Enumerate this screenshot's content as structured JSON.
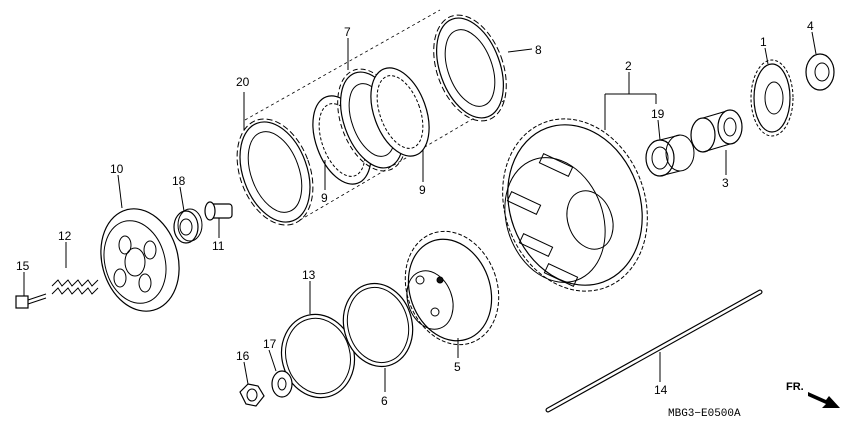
{
  "diagram_code": "MBG3−E0500A",
  "direction_label": "FR.",
  "callouts": {
    "n1": "1",
    "n2": "2",
    "n3": "3",
    "n4": "4",
    "n5": "5",
    "n6": "6",
    "n7": "7",
    "n8": "8",
    "n9a": "9",
    "n9b": "9",
    "n10": "10",
    "n11": "11",
    "n12": "12",
    "n13": "13",
    "n14": "14",
    "n15": "15",
    "n16": "16",
    "n17": "17",
    "n18": "18",
    "n19": "19",
    "n20": "20"
  }
}
